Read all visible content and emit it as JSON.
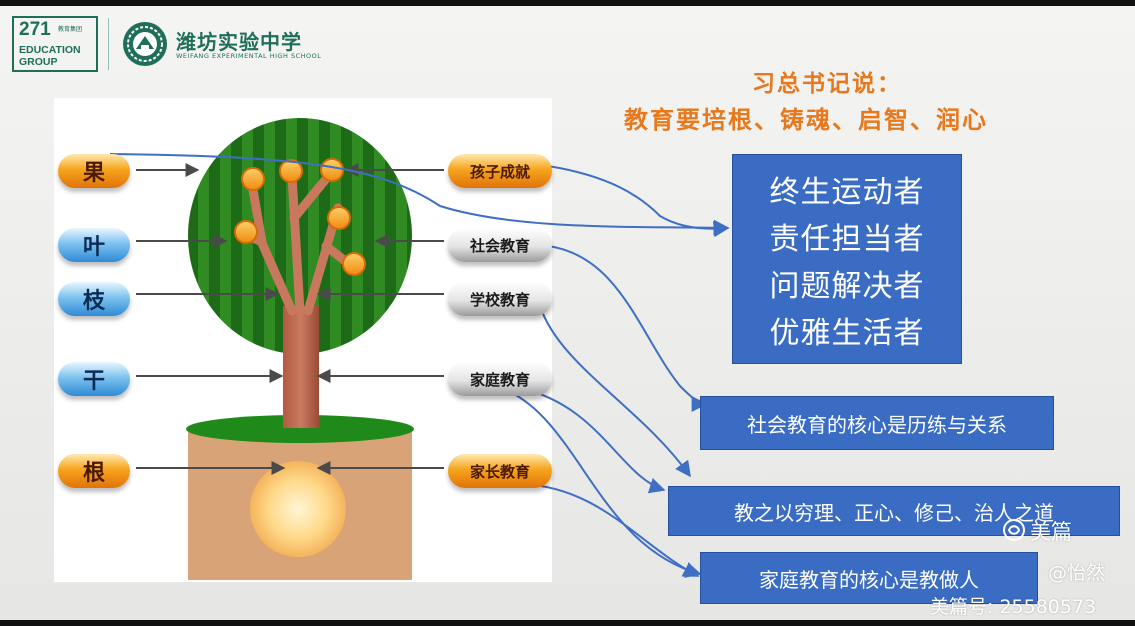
{
  "header": {
    "group_logo_number": "271",
    "group_logo_small": "教育集团",
    "group_logo_line1": "EDUCATION",
    "group_logo_line2": "GROUP",
    "school_name_cn": "潍坊实验中学",
    "school_name_en": "WEIFANG EXPERIMENTAL HIGH SCHOOL"
  },
  "quote": {
    "line1": "习总书记说：",
    "line2": "教育要培根、铸魂、启智、润心"
  },
  "tree_labels": {
    "fruit": "果",
    "leaf": "叶",
    "branch": "枝",
    "trunk": "干",
    "root": "根"
  },
  "sources": {
    "child_achievement": "孩子成就",
    "social_education": "社会教育",
    "school_education": "学校教育",
    "family_education": "家庭教育",
    "parent_education": "家长教育"
  },
  "goals": [
    "终生运动者",
    "责任担当者",
    "问题解决者",
    "优雅生活者"
  ],
  "cores": {
    "social_core": "社会教育的核心是历练与关系",
    "dao": "教之以穷理、正心、修己、治人之道",
    "family_core": "家庭教育的核心是教做人"
  },
  "watermark": {
    "brand": "美篇",
    "author": "@怡然",
    "id": "美篇号: 25580573"
  },
  "colors": {
    "accent_orange": "#e8781c",
    "box_blue": "#3a6cc4",
    "connector_blue": "#3f6fc4",
    "logo_green": "#1f6e5a"
  }
}
